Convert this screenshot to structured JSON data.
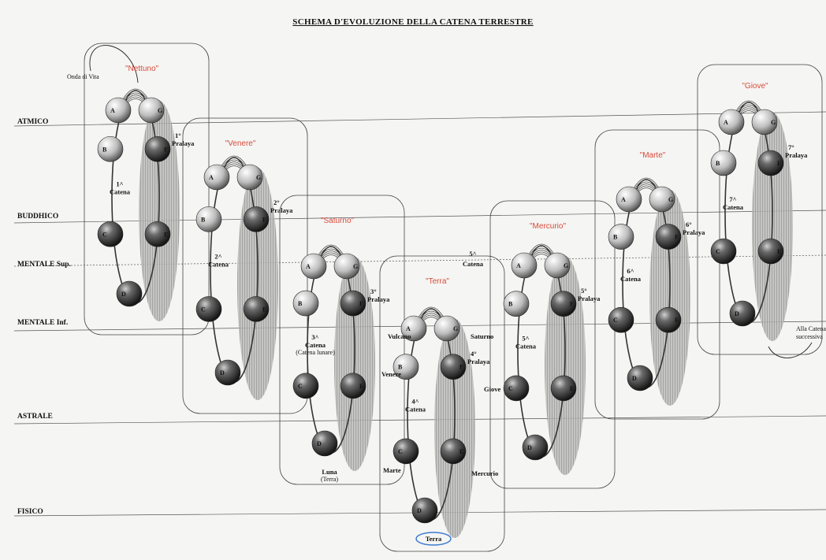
{
  "title": "SCHEMA D'EVOLUZIONE DELLA CATENA TERRESTRE",
  "planes": [
    "ATMICO",
    "BUDDHICO",
    "MENTALE Sup.",
    "MENTALE Inf.",
    "ASTRALE",
    "FISICO"
  ],
  "onda": "Onda di Vita",
  "exit": [
    "Alla Catena",
    "successiva"
  ],
  "letters": [
    "A",
    "B",
    "C",
    "D",
    "E",
    "F",
    "G"
  ],
  "chains": [
    {
      "name": "\"Nettuno\"",
      "num": "1^",
      "word": "Catena"
    },
    {
      "name": "\"Venere\"",
      "num": "2^",
      "word": "Catena"
    },
    {
      "name": "\"Saturno\"",
      "num": "3^",
      "word": "Catena",
      "note": "(Catena lunare)"
    },
    {
      "name": "\"Terra\"",
      "num": "4^",
      "word": "Catena"
    },
    {
      "name": "\"Mercurio\"",
      "num": "5^",
      "word": "Catena"
    },
    {
      "name": "\"Marte\"",
      "num": "6^",
      "word": "Catena"
    },
    {
      "name": "\"Giove\"",
      "num": "7^",
      "word": "Catena"
    }
  ],
  "pralaya": [
    {
      "num": "1°",
      "word": "Pralaya"
    },
    {
      "num": "2°",
      "word": "Pralaya"
    },
    {
      "num": "3°",
      "word": "Pralaya"
    },
    {
      "num": "4°",
      "word": "Pralaya"
    },
    {
      "num": "5°",
      "word": "Pralaya"
    },
    {
      "num": "6°",
      "word": "Pralaya"
    },
    {
      "num": "7°",
      "word": "Pralaya"
    }
  ],
  "chain5_label": [
    "5^",
    "Catena"
  ],
  "earth_planets": {
    "vulcano": "Vulcano",
    "saturno": "Saturno",
    "venere": "Venere",
    "giove": "Giove",
    "marte": "Marte",
    "mercurio": "Mercurio",
    "terra": "Terra"
  },
  "luna": [
    "Luna",
    "(Terra)"
  ],
  "colors": {
    "chain_name": "#d84b3a",
    "terra_ring": "#3b7bd1",
    "line": "#333333",
    "globe_dark": "#2a2a2a"
  }
}
